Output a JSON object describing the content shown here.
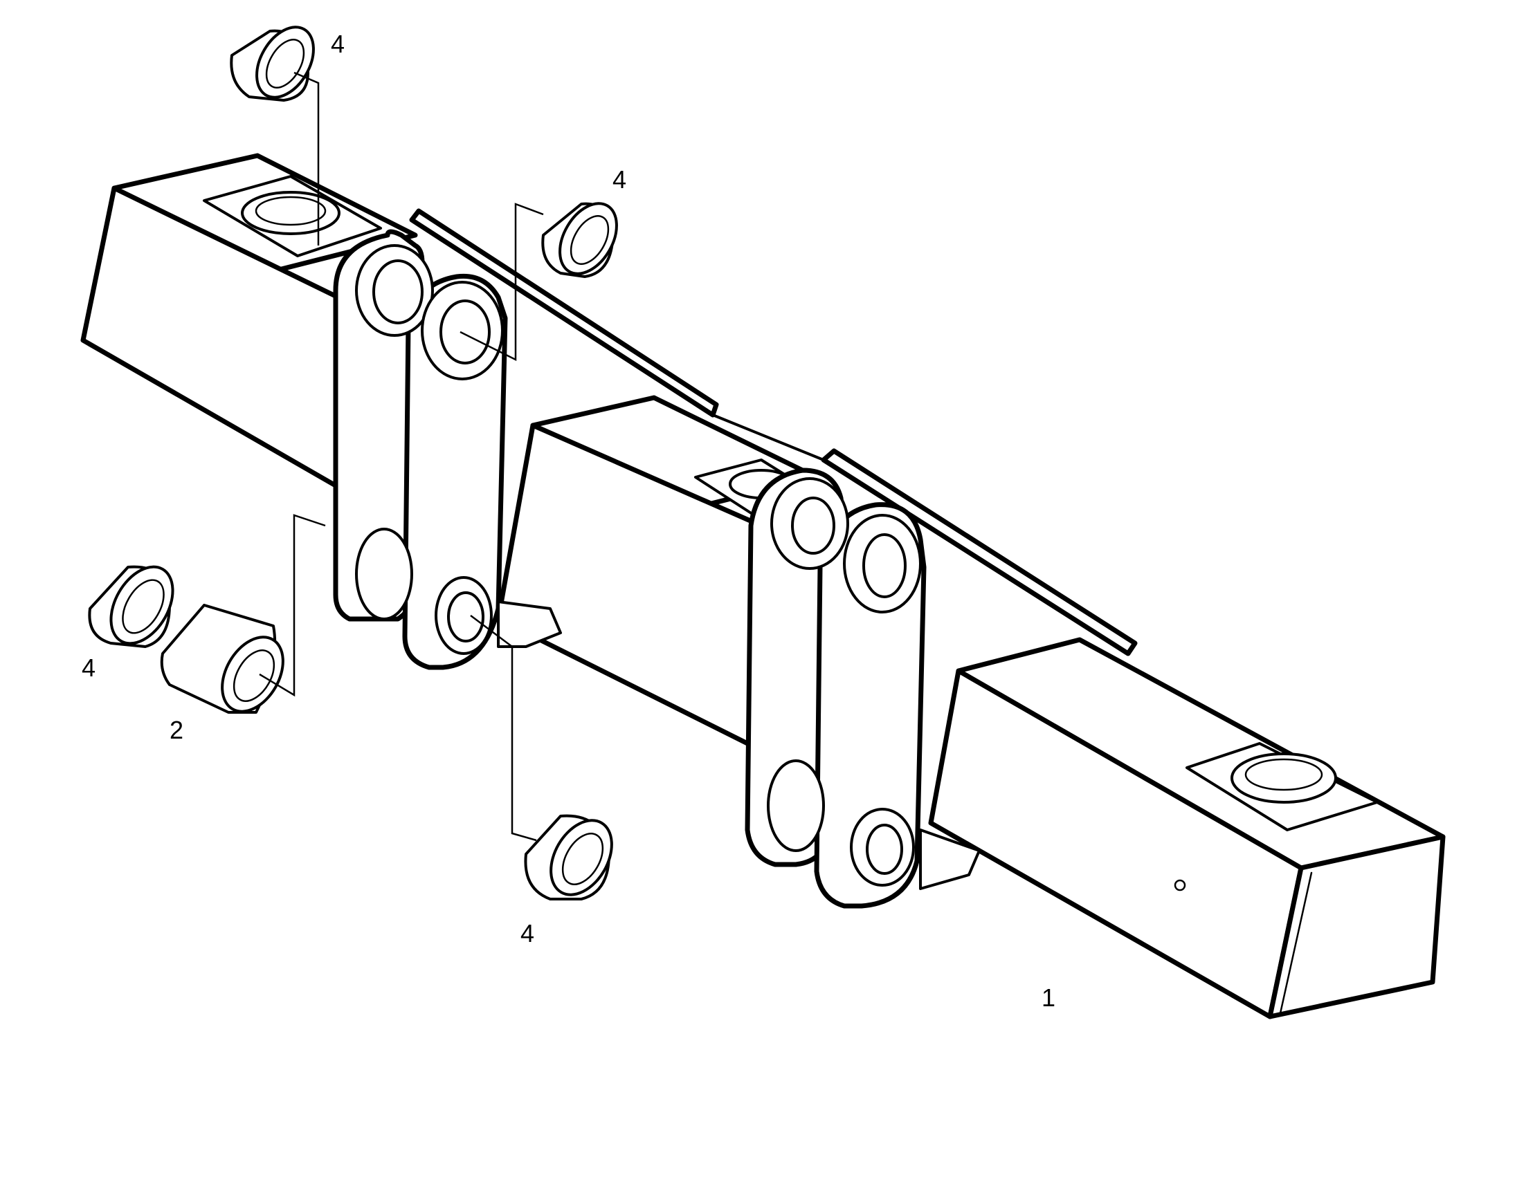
{
  "callouts": {
    "part_1": "1",
    "part_2": "2",
    "bushing_top_left": "4",
    "bushing_top_mid": "4",
    "bushing_left": "4",
    "bushing_bottom": "4"
  }
}
